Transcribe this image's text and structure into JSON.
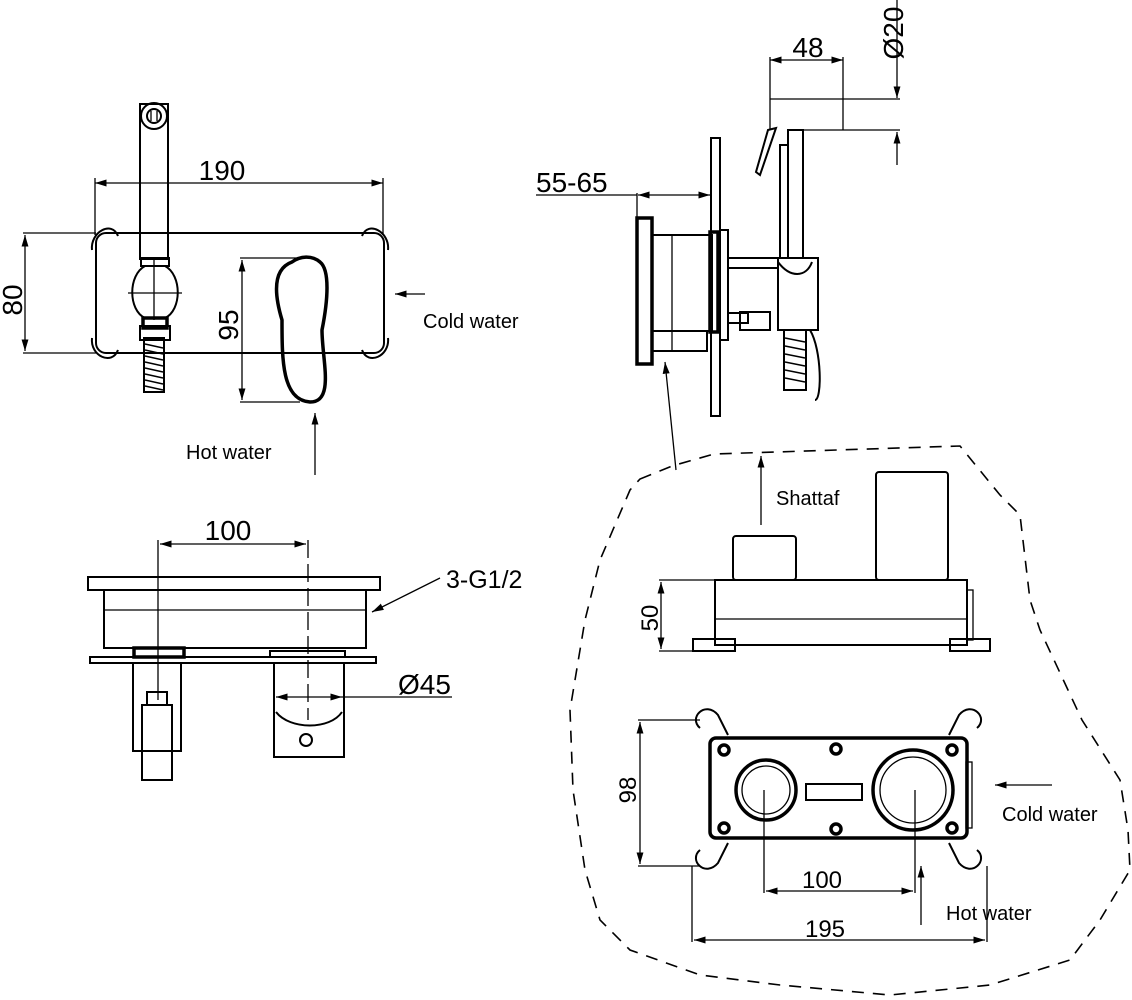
{
  "colors": {
    "line": "#000000",
    "background": "#ffffff"
  },
  "front_view": {
    "width_dim": "190",
    "height_dim": "80",
    "handle_dim": "95",
    "cold_label": "Cold water",
    "hot_label": "Hot water"
  },
  "side_view": {
    "depth_dim": "55-65",
    "spout_dim": "48",
    "diameter_dim": "Ø20"
  },
  "bottom_view": {
    "spacing_dim": "100",
    "thread_label": "3-G1/2",
    "diameter_dim": "Ø45"
  },
  "detail_box": {
    "shattaf_label": "Shattaf",
    "height_dim": "50",
    "plate_height_dim": "98",
    "spacing_dim": "100",
    "width_dim": "195",
    "cold_label": "Cold water",
    "hot_label": "Hot water"
  }
}
